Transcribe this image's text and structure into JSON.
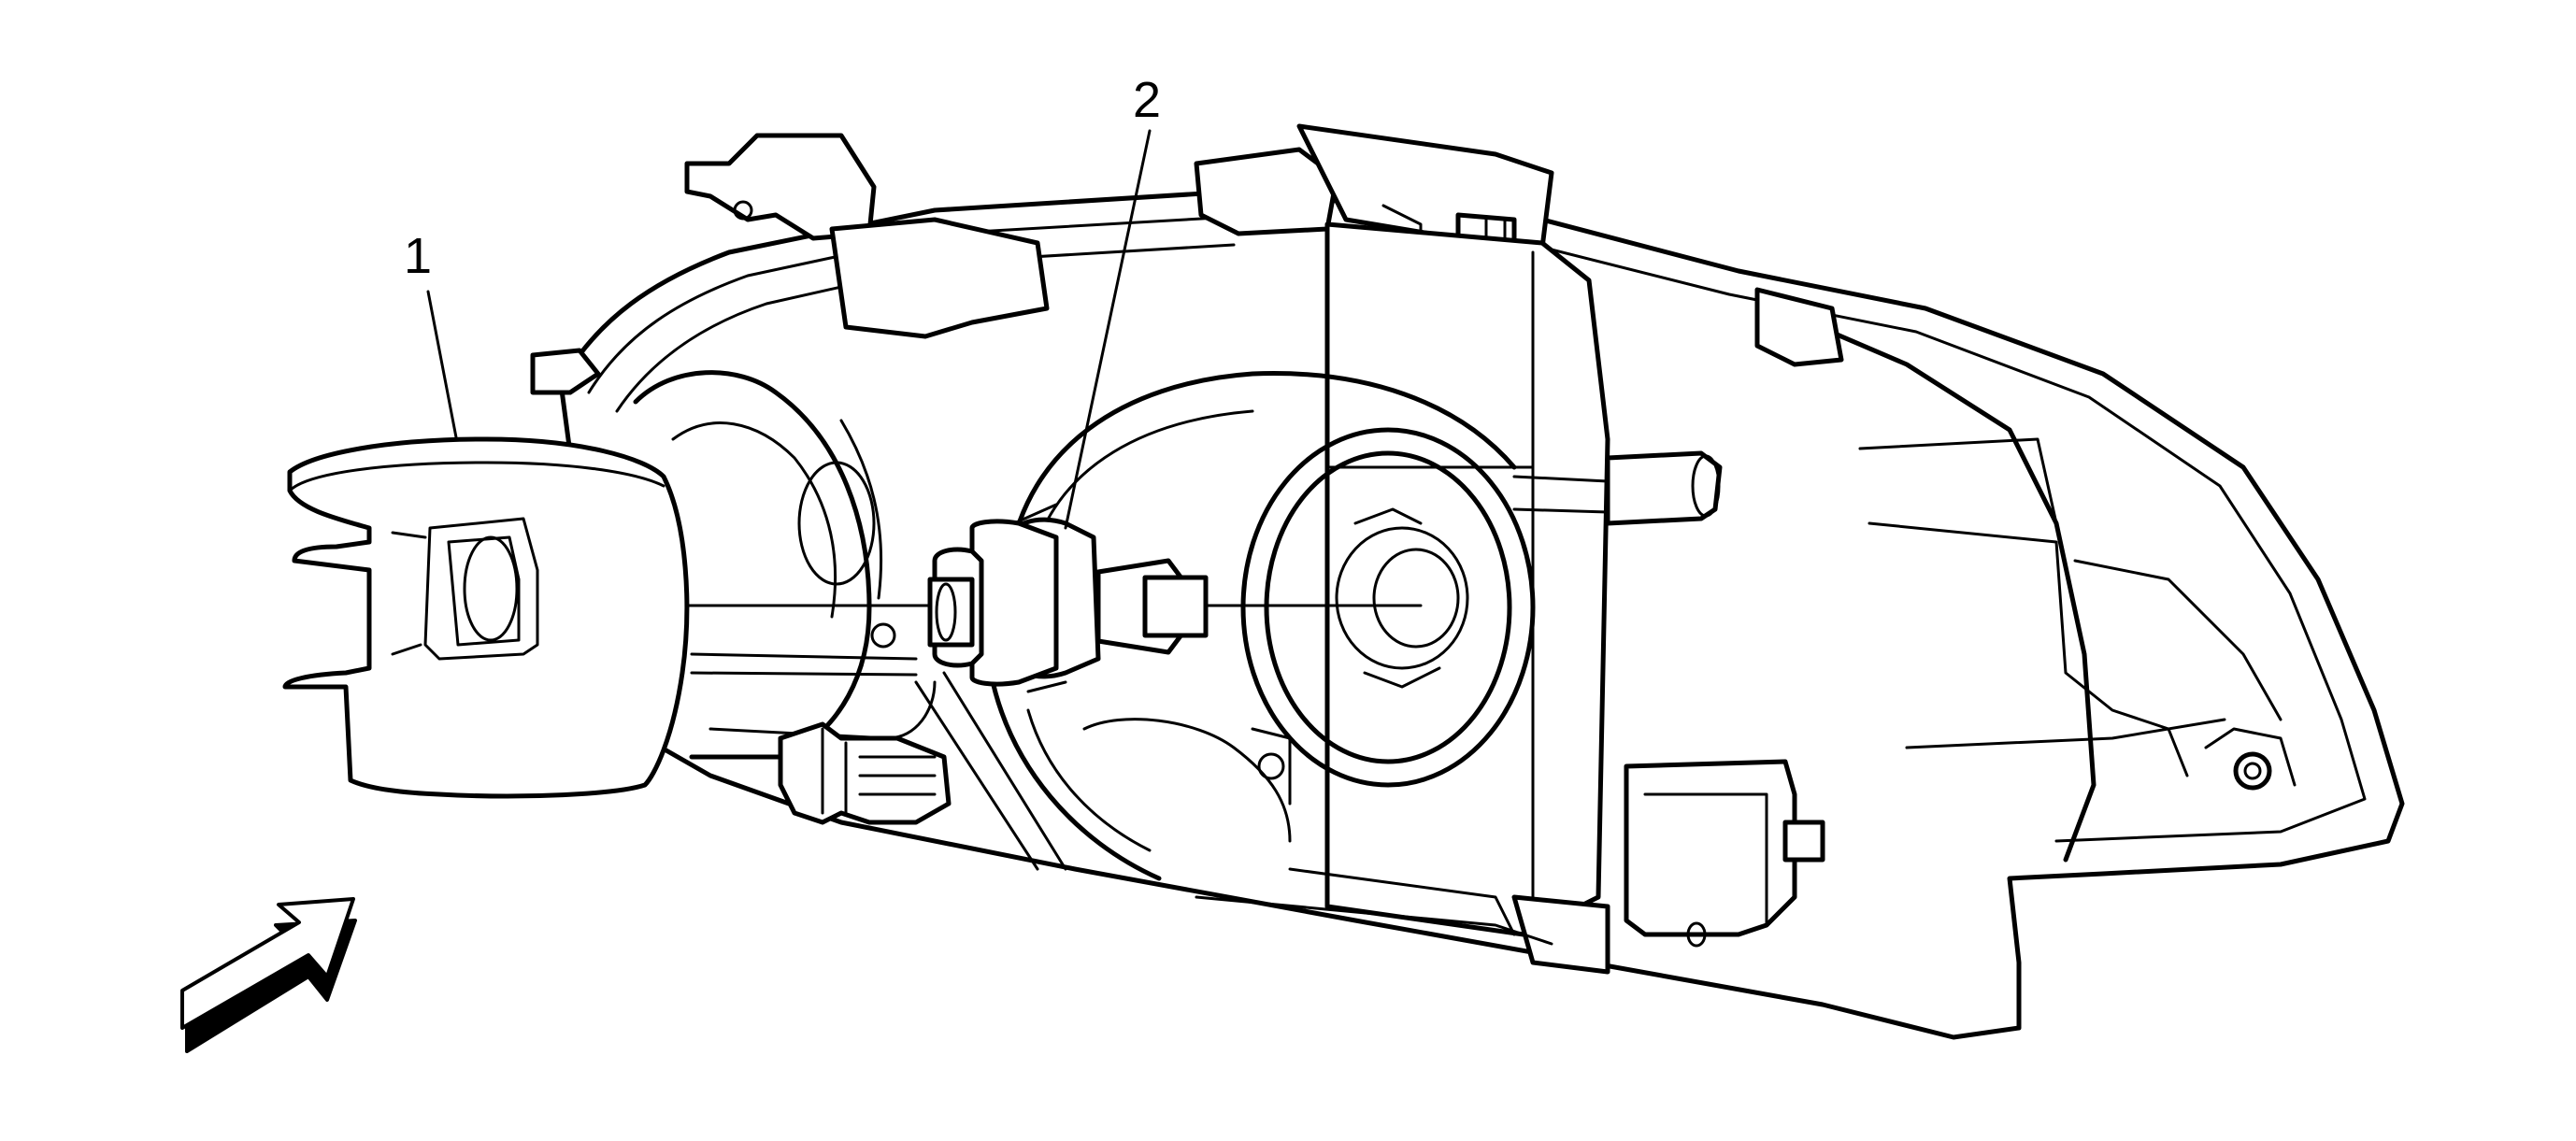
{
  "callouts": [
    {
      "label": "1",
      "part": "bulb-access-cover"
    },
    {
      "label": "2",
      "part": "headlamp-bulb"
    }
  ],
  "icons": {
    "view_direction": "view-direction-arrow-icon"
  },
  "colors": {
    "line": "#000000",
    "background": "#ffffff"
  }
}
